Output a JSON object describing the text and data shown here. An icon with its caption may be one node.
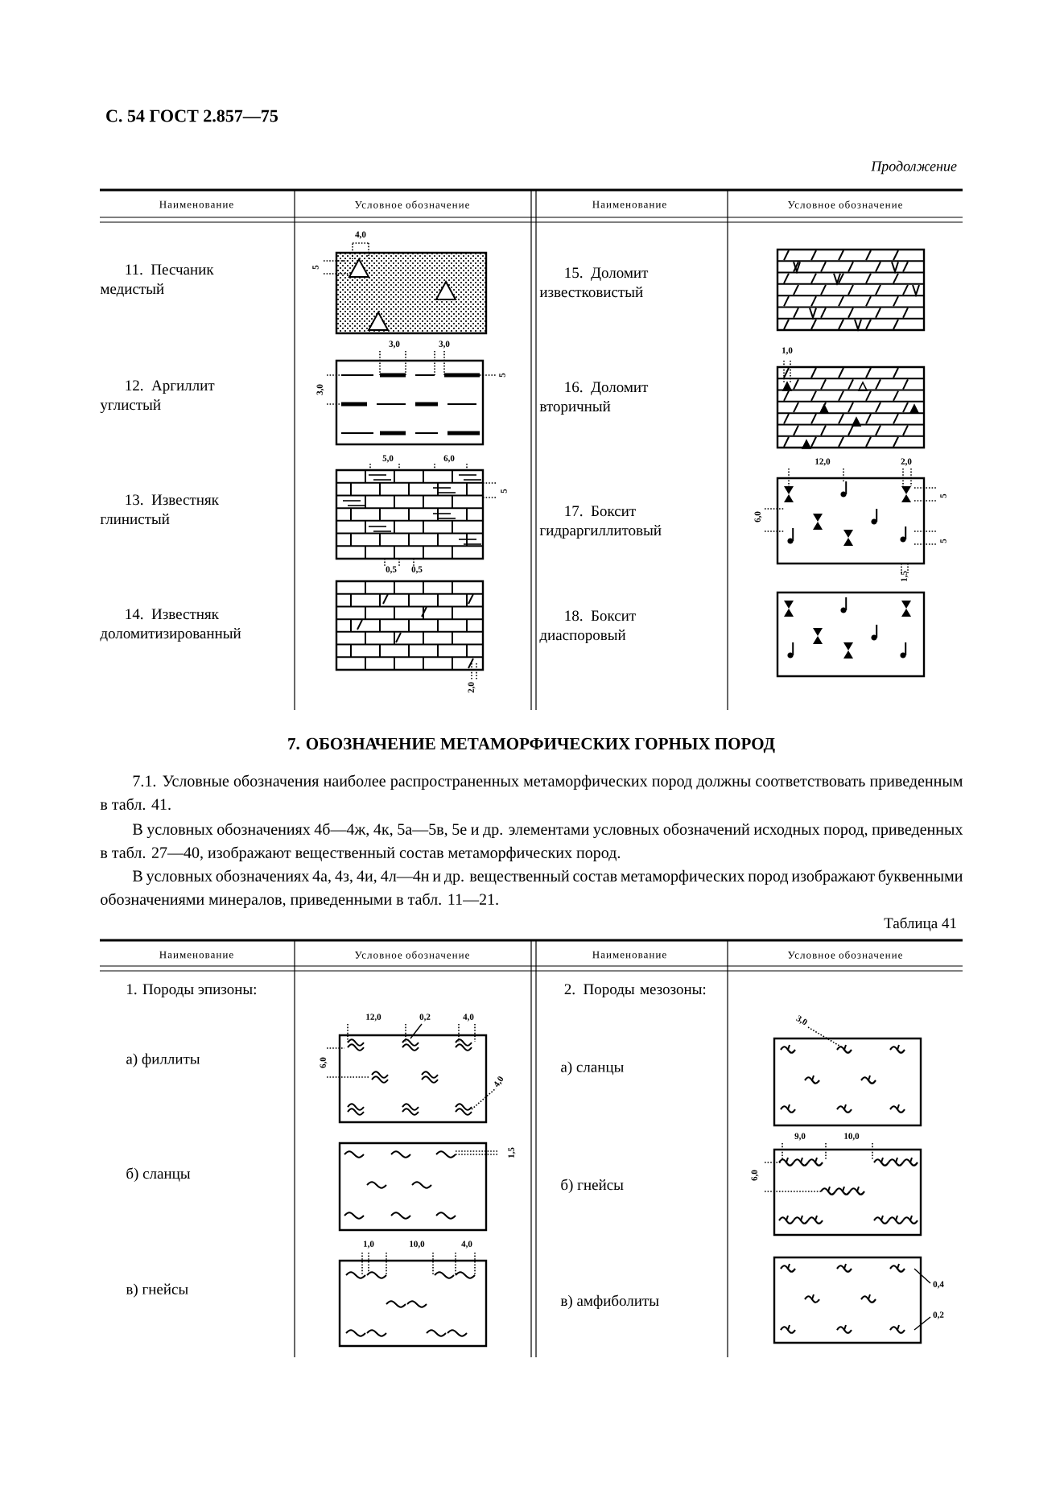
{
  "diagram": {
    "title": "7. ОБОЗНАЧЕНИЕ МЕТАМОРФИЧЕСКИХ ГОРНЫХ ПОРОД",
    "labels": [
      "С. 54 ГОСТ 2.857—75",
      "Продолжение",
      "Наименование",
      "Условное обозначение",
      "Наименование",
      "Условное обозначение",
      "11. Песчаник медистый",
      "4,0",
      "5",
      "15. Доломит известковистый",
      "12. Аргиллит углистый",
      "3,0",
      "3,0",
      "3,0",
      "5",
      "16. Доломит вторичный",
      "1,0",
      "13. Известняк глинистый",
      "5,0",
      "6,0",
      "5",
      "0,5",
      "0,5",
      "17. Боксит гидраргиллитовый",
      "12,0",
      "2,0",
      "5",
      "6,0",
      "5",
      "1,5",
      "14. Известняк доломитизированный",
      "2,0",
      "18. Боксит диаспоровый",
      "7.1. Условные обозначения наиболее распространенных метаморфических пород должны соответствовать приведенным в табл. 41.",
      "В условных обозначениях 4б—4ж, 4к, 5а—5в, 5е и др. элементами условных обозначений исходных пород, приведенных в табл. 27—40, изображают вещественный состав метаморфических пород.",
      "В условных обозначениях 4а, 4з, 4и, 4л—4н и др. вещественный состав метаморфических пород изображают буквенными обозначениями минералов, приведенными в табл. 11—21.",
      "Таблица 41",
      "Наименование",
      "Условное обозначение",
      "Наименование",
      "Условное обозначение",
      "1. Породы эпизоны:",
      "2. Породы мезозоны:",
      "а) филлиты",
      "12,0",
      "0,2",
      "4,0",
      "6,0",
      "4,0",
      "а) сланцы",
      "3,0",
      "б) сланцы",
      "1,5",
      "б) гнейсы",
      "9,0",
      "10,0",
      "6,0",
      "в) гнейсы",
      "1,0",
      "10,0",
      "4,0",
      "в) амфиболиты",
      "0,4",
      "0,2"
    ]
  }
}
